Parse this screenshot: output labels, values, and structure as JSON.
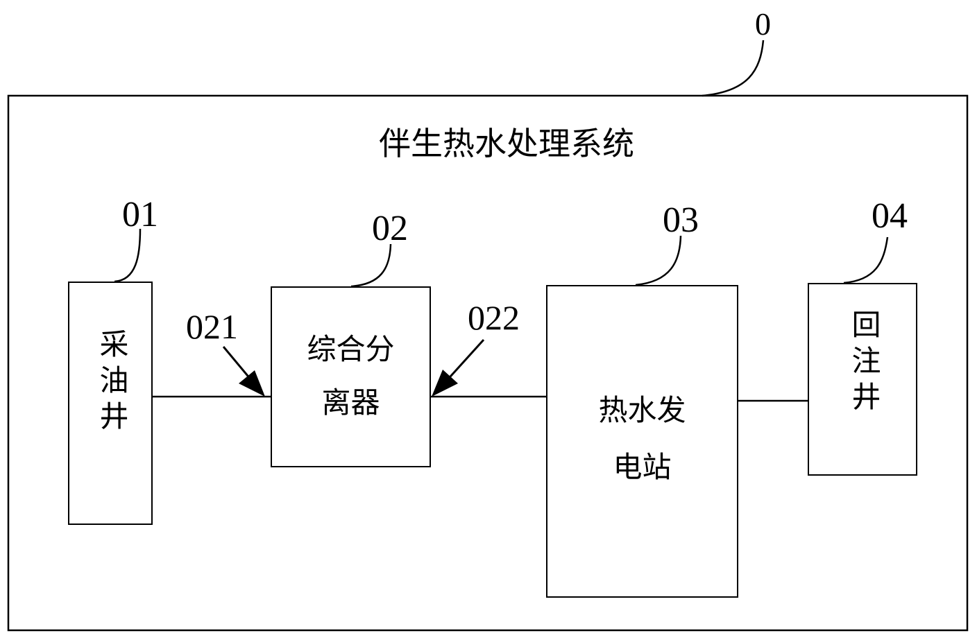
{
  "diagram": {
    "system_ref": "0",
    "system_title": "伴生热水处理系统",
    "components": [
      {
        "ref": "01",
        "name": "采油井"
      },
      {
        "ref": "02",
        "name_line1": "综合分",
        "name_line2": "离器"
      },
      {
        "ref": "03",
        "name_line1": "热水发",
        "name_line2": "电站"
      },
      {
        "ref": "04",
        "name": "回注井"
      }
    ],
    "inlets": [
      {
        "ref": "021"
      },
      {
        "ref": "022"
      }
    ]
  }
}
